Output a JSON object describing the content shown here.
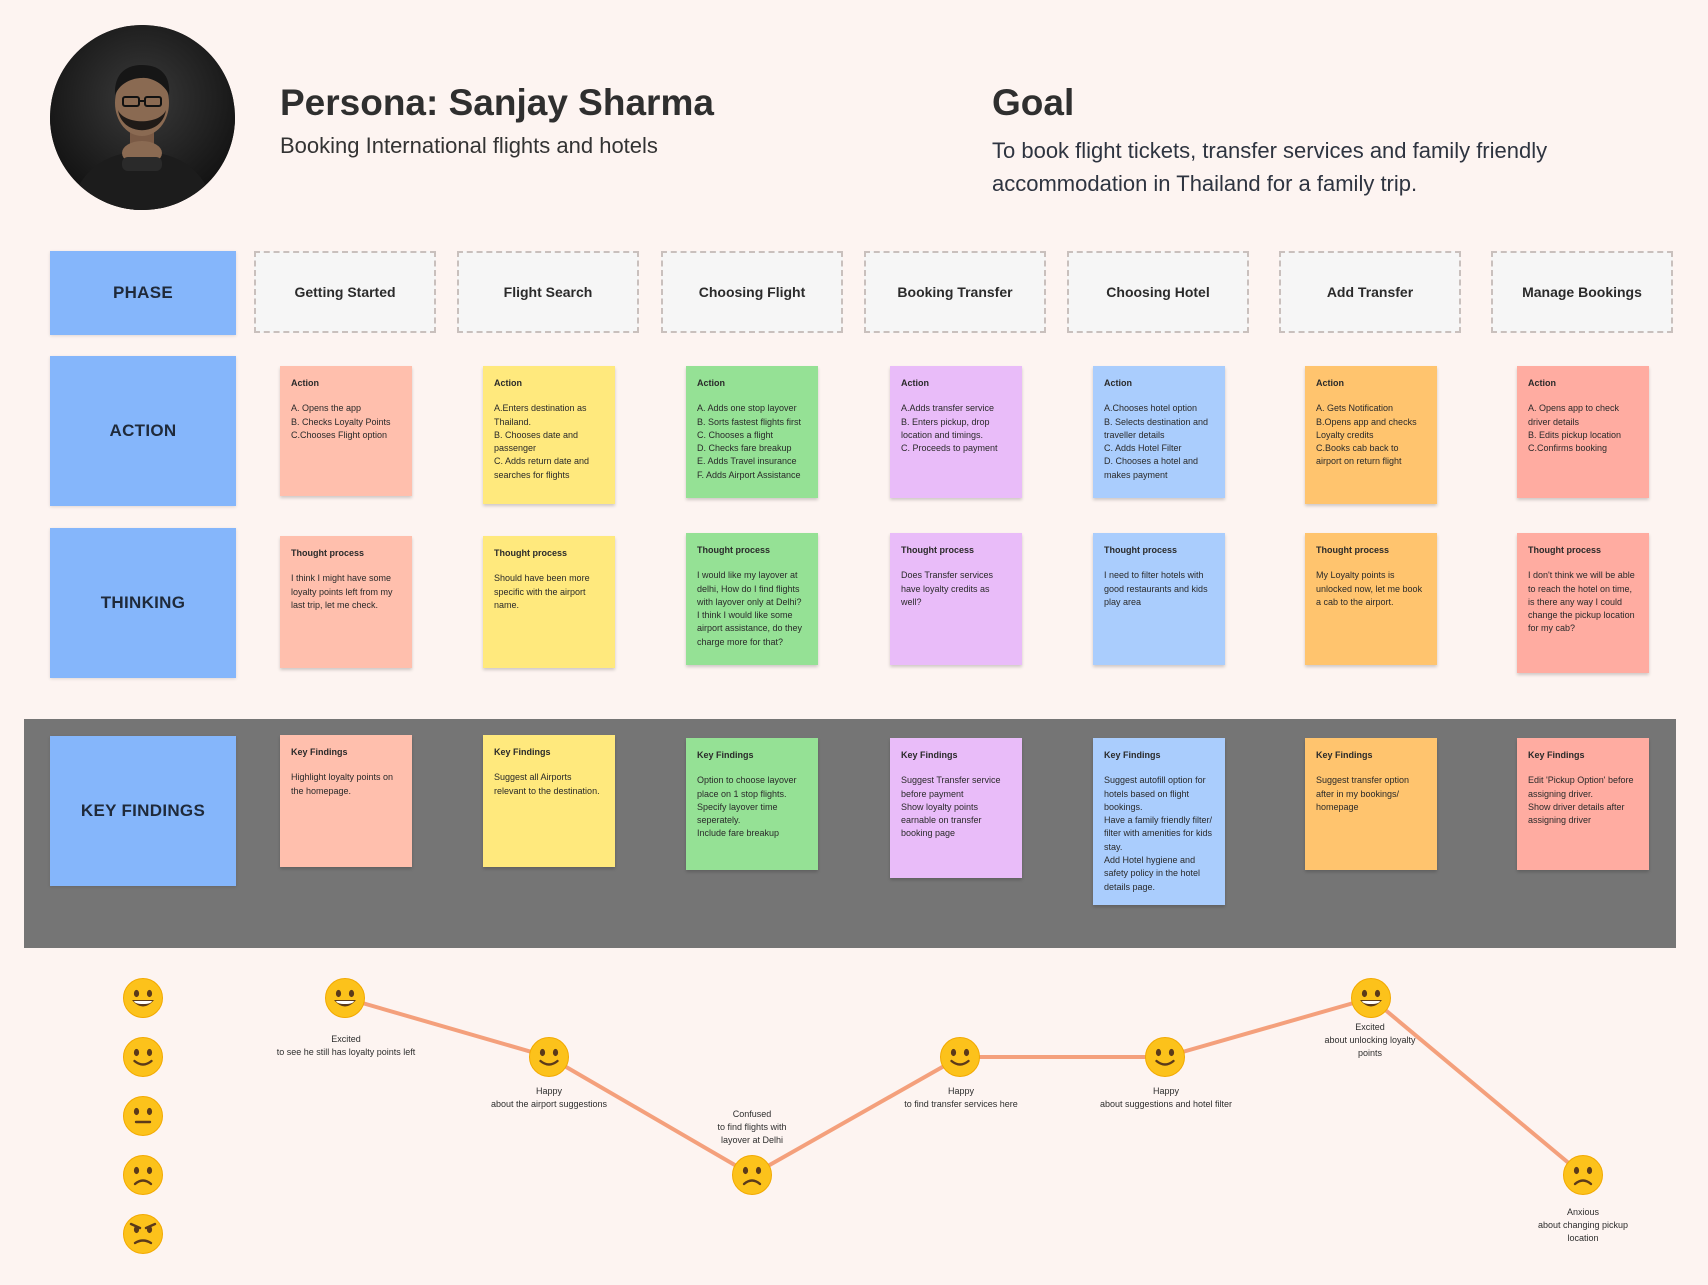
{
  "persona": {
    "title": "Persona: Sanjay Sharma",
    "subtitle": "Booking International flights and hotels"
  },
  "goal": {
    "title": "Goal",
    "text": "To book flight tickets, transfer services and family friendly accommodation in Thailand for a family trip."
  },
  "row_labels": {
    "phase": "PHASE",
    "action": "ACTION",
    "thinking": "THINKING",
    "key_findings": "KEY FINDINGS"
  },
  "colors": {
    "label_blue": "#85b6fb",
    "salmon": "#ffbfad",
    "yellow": "#ffe97d",
    "green": "#95e195",
    "purple": "#e9bcf9",
    "blue": "#aacdfd",
    "orange": "#ffc46e",
    "red": "#ffaca1",
    "band": "#757575",
    "curve": "#f4a07c"
  },
  "phases": [
    {
      "name": "Getting Started",
      "color": "salmon",
      "action": {
        "title": "Action",
        "body": "A. Opens the app\nB. Checks Loyalty Points\nC.Chooses Flight option"
      },
      "thought": {
        "title": "Thought process",
        "body": "I think I might have some loyalty points left from my last trip, let me check."
      },
      "finding": {
        "title": "Key Findings",
        "body": "Highlight loyalty points on the homepage."
      }
    },
    {
      "name": "Flight Search",
      "color": "yellow",
      "action": {
        "title": "Action",
        "body": "A.Enters destination as Thailand.\nB. Chooses date and passenger\nC. Adds return date and searches for flights"
      },
      "thought": {
        "title": "Thought process",
        "body": "Should have been more specific with the airport name."
      },
      "finding": {
        "title": "Key Findings",
        "body": "Suggest all Airports relevant to the destination."
      }
    },
    {
      "name": "Choosing Flight",
      "color": "green",
      "action": {
        "title": "Action",
        "body": "A. Adds one stop layover\nB. Sorts fastest flights first\nC. Chooses a flight\nD. Checks fare breakup\nE. Adds Travel insurance\nF. Adds Airport Assistance"
      },
      "thought": {
        "title": "Thought process",
        "body": "I would like my layover at delhi, How do I find flights with layover only at Delhi?\nI think I would like some airport assistance, do they charge more for that?"
      },
      "finding": {
        "title": "Key Findings",
        "body": "Option to choose layover place on 1 stop flights.\nSpecify layover time seperately.\nInclude fare breakup"
      }
    },
    {
      "name": "Booking Transfer",
      "color": "purple",
      "action": {
        "title": "Action",
        "body": "A.Adds transfer service\nB. Enters pickup, drop location and timings.\nC. Proceeds to payment"
      },
      "thought": {
        "title": "Thought process",
        "body": "Does Transfer services have loyalty credits as well?"
      },
      "finding": {
        "title": "Key Findings",
        "body": "Suggest Transfer service before payment\nShow loyalty points earnable on transfer booking page"
      }
    },
    {
      "name": "Choosing Hotel",
      "color": "blue",
      "action": {
        "title": "Action",
        "body": "A.Chooses hotel option\nB. Selects destination and traveller details\nC. Adds Hotel Filter\nD. Chooses a hotel and makes payment"
      },
      "thought": {
        "title": "Thought process",
        "body": "I need to filter hotels with good restaurants and kids play area"
      },
      "finding": {
        "title": "Key Findings",
        "body": "Suggest autofill option for hotels based on flight bookings.\nHave a family friendly filter/ filter with amenities for kids stay.\nAdd Hotel hygiene and safety policy in the hotel details page."
      }
    },
    {
      "name": "Add Transfer",
      "color": "orange",
      "action": {
        "title": "Action",
        "body": "A. Gets Notification\nB.Opens app and checks Loyalty credits\nC.Books cab back to airport on return flight"
      },
      "thought": {
        "title": "Thought process",
        "body": "My Loyalty points is unlocked now, let me book a cab to the airport."
      },
      "finding": {
        "title": "Key Findings",
        "body": "Suggest transfer option after in my bookings/ homepage"
      }
    },
    {
      "name": "Manage Bookings",
      "color": "red",
      "action": {
        "title": "Action",
        "body": "A. Opens app to check driver details\nB. Edits pickup location\nC.Confirms booking"
      },
      "thought": {
        "title": "Thought process",
        "body": "I don't think we will be able to reach the hotel on time, is there any way I could change the pickup location for my cab?"
      },
      "finding": {
        "title": "Key Findings",
        "body": "Edit 'Pickup Option' before assigning driver.\nShow driver details after assigning driver"
      }
    }
  ],
  "emotion_scale": [
    "very-happy",
    "happy",
    "neutral",
    "sad",
    "angry"
  ],
  "emotion_journey": [
    {
      "face": "very-happy",
      "level": 5,
      "label": "Excited\nto see he still has loyalty points left"
    },
    {
      "face": "happy",
      "level": 4,
      "label": "Happy\nabout the airport suggestions"
    },
    {
      "face": "sad",
      "level": 2,
      "label": "Confused\nto find flights with\nlayover at Delhi"
    },
    {
      "face": "happy",
      "level": 4,
      "label": "Happy\nto find transfer services here"
    },
    {
      "face": "happy",
      "level": 4,
      "label": "Happy\nabout suggestions and hotel filter"
    },
    {
      "face": "very-happy",
      "level": 5,
      "label": "Excited\nabout unlocking loyalty\npoints"
    },
    {
      "face": "sad",
      "level": 2,
      "label": "Anxious\nabout changing pickup\nlocation"
    }
  ]
}
